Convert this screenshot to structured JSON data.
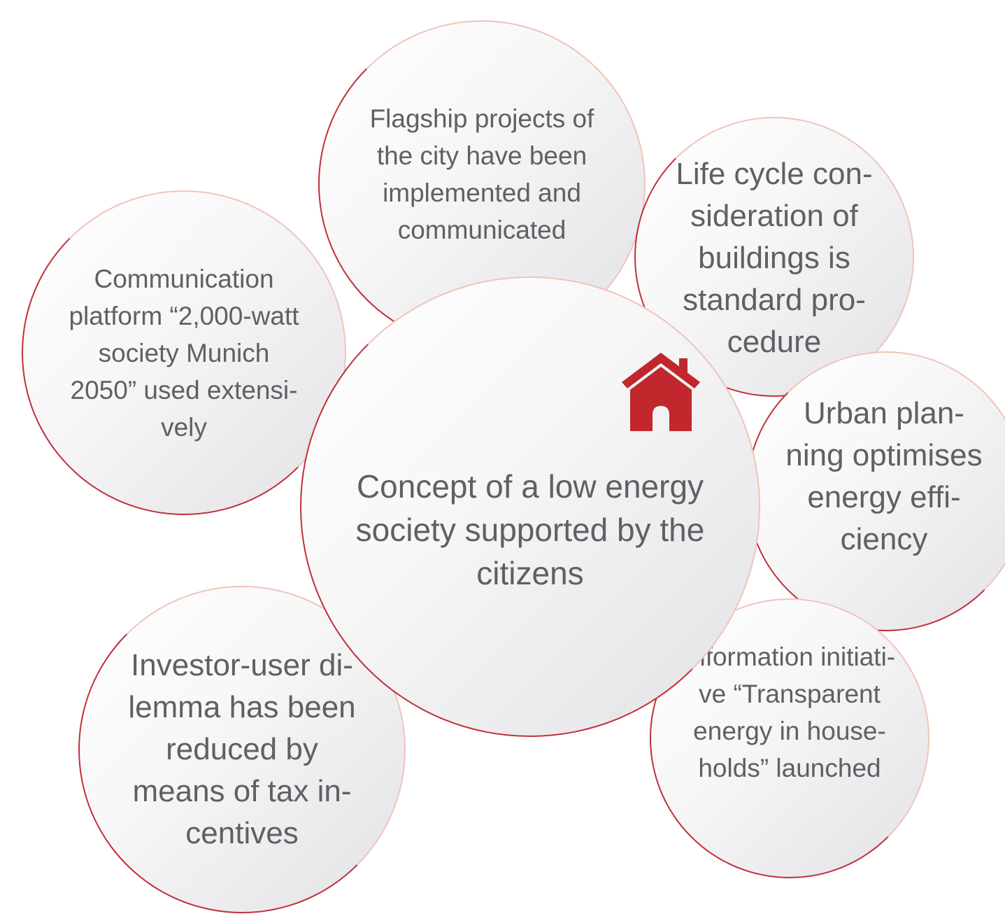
{
  "central": {
    "text": "Concept of a low energy\nsociety supported by the\ncitizens",
    "icon": "house-icon"
  },
  "bubbles": {
    "flagship": "Flagship projects of\nthe city have been\nimplemented and\ncommunicated",
    "communication": "Communication\nplatform “2,000-watt\nsociety Munich\n2050” used extensi-\nvely",
    "lifecycle": "Life cycle con-\nsideration of\nbuildings is\nstandard pro-\ncedure",
    "urban": "Urban plan-\nning optimises\nenergy effi-\nciency",
    "information": "Information initiati-\nve “Transparent\nenergy in house-\nholds” launched",
    "investor": "Investor-user di-\nlemma has been\nreduced by\nmeans of tax in-\ncentives"
  },
  "colors": {
    "accent": "#c1272d",
    "text": "#5f6063",
    "border_dark": "#c0303a",
    "border_light": "#f0c4b8"
  }
}
